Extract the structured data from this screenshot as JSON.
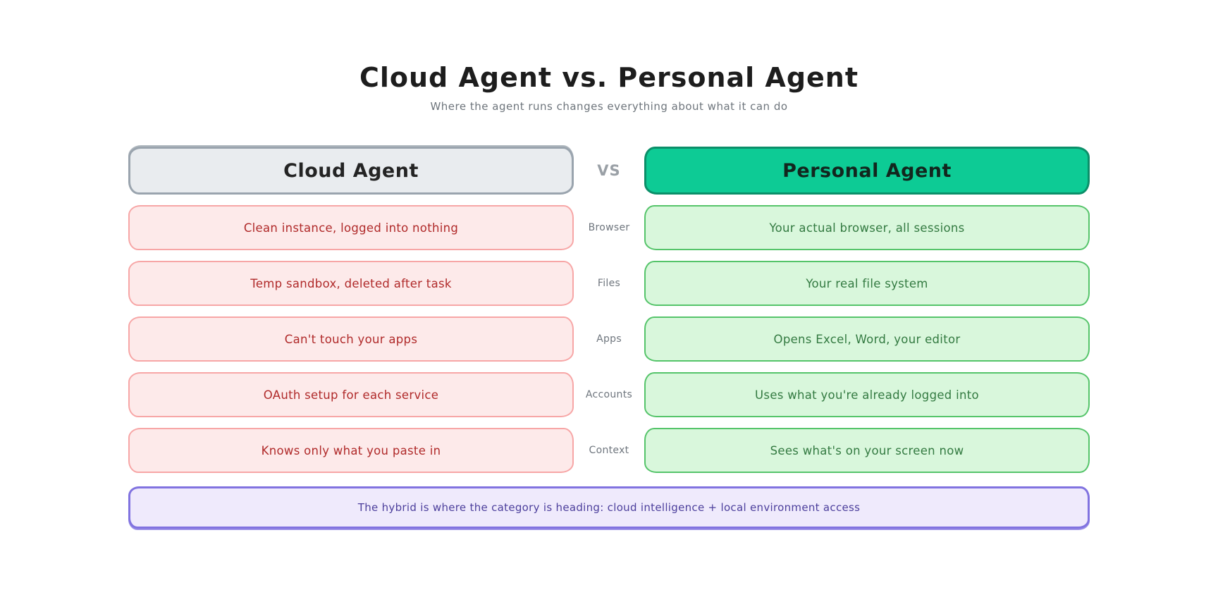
{
  "title": "Cloud Agent vs. Personal Agent",
  "subtitle": "Where the agent runs changes everything about what it can do",
  "vs_label": "VS",
  "columns": {
    "left": {
      "header": "Cloud Agent",
      "header_fill": "#e9ecef",
      "header_border": "#9aa4ae",
      "row_fill": "#fdeaea",
      "row_border": "#f7a6a6",
      "row_text_color": "#b02a2a"
    },
    "right": {
      "header": "Personal Agent",
      "header_fill": "#0dcb95",
      "header_border": "#0b8f69",
      "row_fill": "#d9f7dc",
      "row_border": "#55c46a",
      "row_text_color": "#337a41"
    }
  },
  "rows": [
    {
      "label": "Browser",
      "left": "Clean instance, logged into nothing",
      "right": "Your actual browser, all sessions"
    },
    {
      "label": "Files",
      "left": "Temp sandbox, deleted after task",
      "right": "Your real file system"
    },
    {
      "label": "Apps",
      "left": "Can't touch your apps",
      "right": "Opens Excel, Word, your editor"
    },
    {
      "label": "Accounts",
      "left": "OAuth setup for each service",
      "right": "Uses what you're already logged into"
    },
    {
      "label": "Context",
      "left": "Knows only what you paste in",
      "right": "Sees what's on your screen now"
    }
  ],
  "footer": {
    "text": "The hybrid is where the category is heading: cloud intelligence + local environment access",
    "fill": "#efeafc",
    "border": "#8173e0",
    "text_color": "#4c3f9c"
  }
}
